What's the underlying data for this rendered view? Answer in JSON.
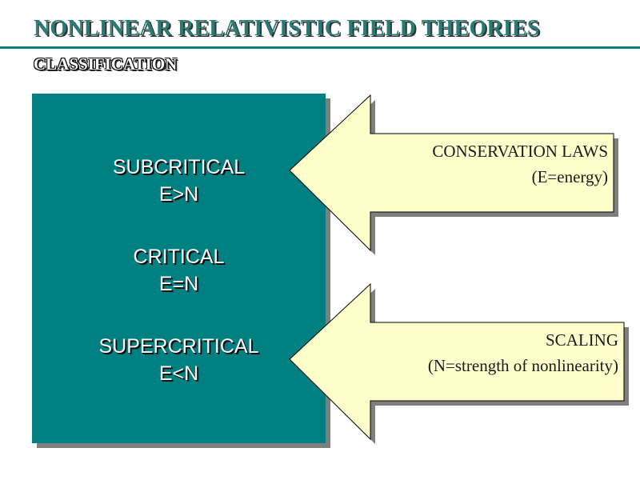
{
  "header": {
    "title": "NONLINEAR RELATIVISTIC FIELD THEORIES",
    "subtitle": "CLASSIFICATION"
  },
  "classification": {
    "items": [
      {
        "name": "SUBCRITICAL",
        "condition": "E>N"
      },
      {
        "name": "CRITICAL",
        "condition": "E=N"
      },
      {
        "name": "SUPERCRITICAL",
        "condition": "E<N"
      }
    ]
  },
  "arrows": [
    {
      "label": "CONSERVATION LAWS",
      "note": "(E=energy)"
    },
    {
      "label": "SCALING",
      "note": "(N=strength of nonlinearity)"
    }
  ],
  "colors": {
    "teal": "#008080",
    "title_text": "#2a7a76",
    "arrow_fill": "#ffffcc",
    "shadow": "#7f7f7f",
    "outline": "#000000"
  }
}
